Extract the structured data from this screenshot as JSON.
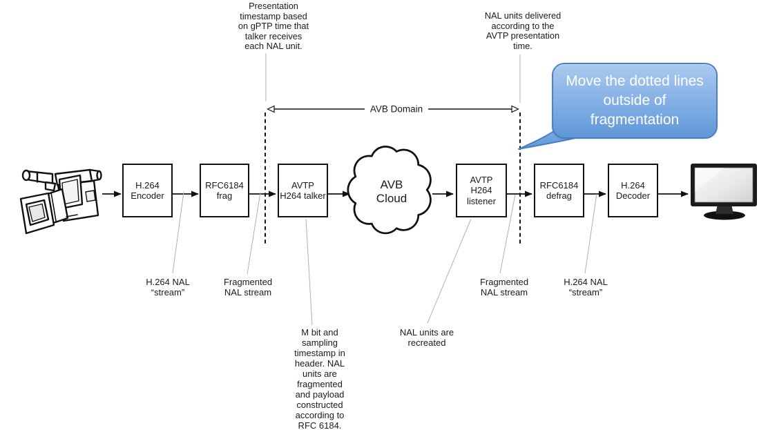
{
  "diagram": {
    "annotations": {
      "top_left": "Presentation\ntimestamp based\non gPTP time that\ntalker receives\neach NAL unit.",
      "top_right": "NAL units delivered\naccording to the\nAVTP presentation\ntime."
    },
    "avb_domain": {
      "label": "AVB Domain"
    },
    "nodes": [
      {
        "id": "h264-encoder",
        "label": "H.264\nEncoder"
      },
      {
        "id": "rfc6184-frag",
        "label": "RFC6184\nfrag"
      },
      {
        "id": "avtp-h264-talker",
        "label": "AVTP\nH264 talker"
      },
      {
        "id": "avb-cloud",
        "label": "AVB\nCloud"
      },
      {
        "id": "avtp-h264-listener",
        "label": "AVTP\nH264\nlistener"
      },
      {
        "id": "rfc6184-defrag",
        "label": "RFC6184\ndefrag"
      },
      {
        "id": "h264-decoder",
        "label": "H.264\nDecoder"
      }
    ],
    "bottom_labels": [
      "H.264 NAL\n“stream”",
      "Fragmented\nNAL stream",
      "M bit and\nsampling\ntimestamp in\nheader.  NAL\nunits are\nfragmented\nand payload\nconstructed\naccording to\nRFC 6184.",
      "NAL units are\nrecreated",
      "Fragmented\nNAL stream",
      "H.264 NAL\n“stream”"
    ],
    "callout": {
      "text": "Move the dotted lines outside of fragmentation",
      "fill_top": "#aacaf0",
      "fill_bottom": "#5f97d9",
      "border": "#4a80c2",
      "text_color": "#ffffff"
    },
    "icons": {
      "source": "camcorder-icon",
      "sink": "monitor-icon"
    },
    "line_color": "#1a1a1a",
    "leader_color": "#b0b0b0"
  }
}
